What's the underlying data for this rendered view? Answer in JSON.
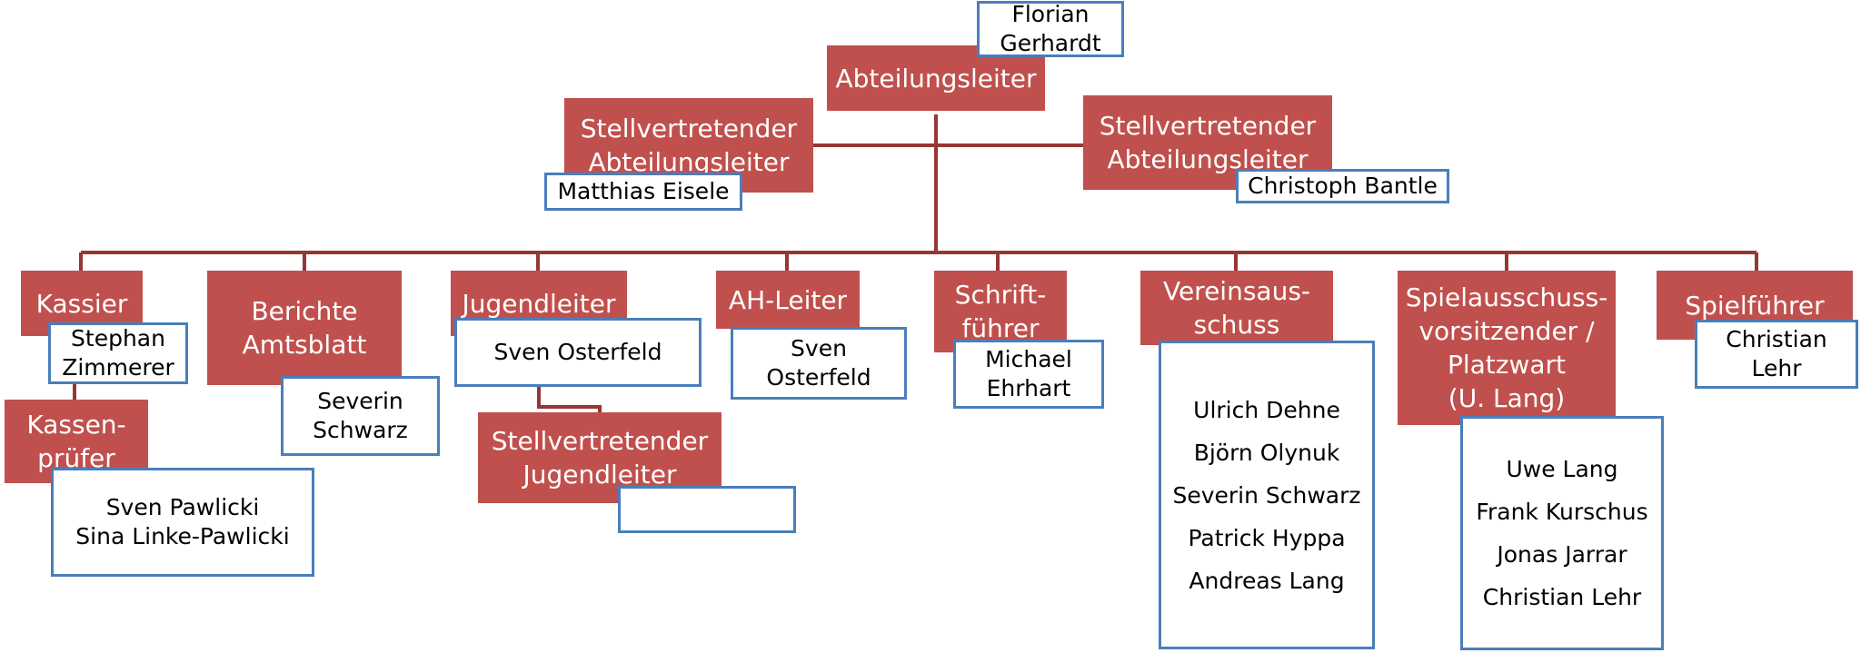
{
  "roles": {
    "abteilungsleiter": [
      "Abteilungsleiter"
    ],
    "stv_left": [
      "Stellvertretender",
      "Abteilungsleiter"
    ],
    "stv_right": [
      "Stellvertretender",
      "Abteilungsleiter"
    ],
    "kassier": [
      "Kassier"
    ],
    "kassenpruefer": [
      "Kassen-",
      "prüfer"
    ],
    "berichte": [
      "Berichte",
      "Amtsblatt"
    ],
    "jugendleiter": [
      "Jugendleiter"
    ],
    "stv_jugendleiter": [
      "Stellvertretender",
      "Jugendleiter"
    ],
    "ah_leiter": [
      "AH-Leiter"
    ],
    "schriftfuehrer": [
      "Schrift-",
      "führer"
    ],
    "vereinsausschuss": [
      "Vereinsaus-",
      "schuss"
    ],
    "spielausschuss": [
      "Spielausschuss-",
      "vorsitzender /",
      "Platzwart",
      "(U. Lang)"
    ],
    "spielfuehrer": [
      "Spielführer"
    ]
  },
  "people": {
    "abteilungsleiter": [
      "Florian",
      "Gerhardt"
    ],
    "stv_left": [
      "Matthias Eisele"
    ],
    "stv_right": [
      "Christoph Bantle"
    ],
    "kassier": [
      "Stephan",
      "Zimmerer"
    ],
    "kassenpruefer": [
      "Sven Pawlicki",
      "Sina Linke-Pawlicki"
    ],
    "berichte": [
      "Severin",
      "Schwarz"
    ],
    "jugendleiter": [
      "Sven Osterfeld"
    ],
    "stv_jugendleiter": [],
    "ah_leiter": [
      "Sven",
      "Osterfeld"
    ],
    "schriftfuehrer": [
      "Michael",
      "Ehrhart"
    ],
    "vereinsausschuss": [
      "Ulrich Dehne",
      "Björn Olynuk",
      "Severin Schwarz",
      "Patrick Hyppa",
      "Andreas Lang"
    ],
    "spielausschuss": [
      "Uwe Lang",
      "Frank Kurschus",
      "Jonas Jarrar",
      "Christian Lehr"
    ],
    "spielfuehrer": [
      "Christian",
      "Lehr"
    ]
  },
  "colors": {
    "role_fill": "#c0504d",
    "role_text": "#ffffff",
    "person_border": "#4a7ebb",
    "connector": "#963634"
  }
}
